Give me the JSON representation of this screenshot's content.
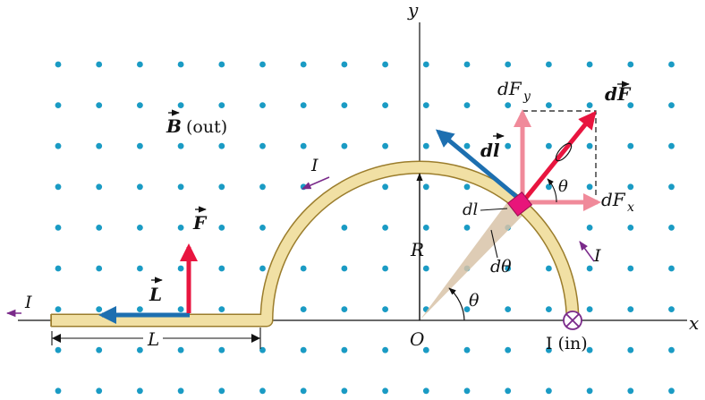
{
  "labels": {
    "axis_x": "x",
    "axis_y": "y",
    "origin": "O",
    "B_vec": "B",
    "B_dir": "(out)",
    "F_left": "F",
    "L_vec": "L",
    "L_len": "L",
    "I_left": "I",
    "I_arc_top": "I",
    "I_arc_right": "I",
    "I_in": "I (in)",
    "R": "R",
    "theta_bottom": "θ",
    "theta_force": "θ",
    "dtheta": "dθ",
    "dl_scalar": "dl",
    "dl_vec": "dl",
    "dF_vec": "dF",
    "dFx": "dF",
    "dFx_sub": "x",
    "dFy": "dF",
    "dFy_sub": "y"
  },
  "colors": {
    "dot": "#1a9bc4",
    "wire_fill": "#f1e0a4",
    "wire_edge": "#9b7d2c",
    "force_red": "#e8153f",
    "force_pink": "#f08a9a",
    "dl_blue": "#1d6fb0",
    "current_purple": "#7a2a8a",
    "wedge": "#d8c3a8",
    "element": "#e8157a"
  }
}
